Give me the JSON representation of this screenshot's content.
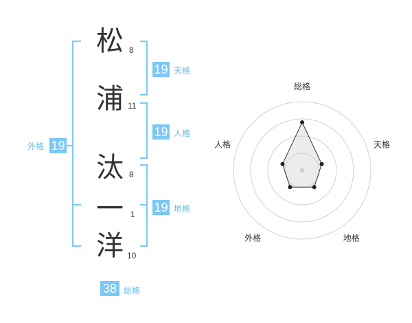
{
  "name": {
    "chars": [
      {
        "char": "松",
        "strokes": "8"
      },
      {
        "char": "浦",
        "strokes": "11"
      },
      {
        "char": "汰",
        "strokes": "8"
      },
      {
        "char": "一",
        "strokes": "1"
      },
      {
        "char": "洋",
        "strokes": "10"
      }
    ]
  },
  "kaku": {
    "tenkaku": {
      "value": "19",
      "label": "天格"
    },
    "jinkaku": {
      "value": "19",
      "label": "人格"
    },
    "chikaku": {
      "value": "19",
      "label": "地格"
    },
    "gaikaku": {
      "value": "19",
      "label": "外格"
    },
    "soukaku": {
      "value": "38",
      "label": "総格"
    }
  },
  "colors": {
    "accent": "#7cc8f5",
    "label": "#6cbcea",
    "bracket": "#7cc8f5"
  },
  "chart_data": {
    "type": "radar",
    "axes": [
      "総格",
      "天格",
      "地格",
      "外格",
      "人格"
    ],
    "values": [
      0.7,
      0.3,
      0.3,
      0.3,
      0.3
    ],
    "rings": 4,
    "grid": true
  }
}
